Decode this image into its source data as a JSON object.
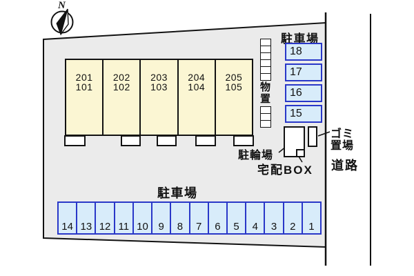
{
  "compass": {
    "north": "N"
  },
  "building": {
    "units": [
      {
        "upper": "201",
        "lower": "101"
      },
      {
        "upper": "202",
        "lower": "102"
      },
      {
        "upper": "203",
        "lower": "103"
      },
      {
        "upper": "204",
        "lower": "104"
      },
      {
        "upper": "205",
        "lower": "105"
      }
    ]
  },
  "storage": {
    "label": "物置"
  },
  "parking_right": {
    "title": "駐車場",
    "spaces": [
      "18",
      "17",
      "16",
      "15"
    ]
  },
  "parking_bottom": {
    "title": "駐車場",
    "spaces": [
      "14",
      "13",
      "12",
      "11",
      "10",
      "9",
      "8",
      "7",
      "6",
      "5",
      "4",
      "3",
      "2",
      "1"
    ]
  },
  "labels": {
    "bicycle_parking": "駐輪場",
    "delivery_box": "宅配BOX",
    "garbage_line1": "ゴミ",
    "garbage_line2": "置場",
    "road": "道路"
  },
  "colors": {
    "site_fill": "#ebebeb",
    "building_fill": "#fbf6d3",
    "parking_fill": "#d8ecfa",
    "parking_border": "#2937c8",
    "line": "#111111"
  }
}
